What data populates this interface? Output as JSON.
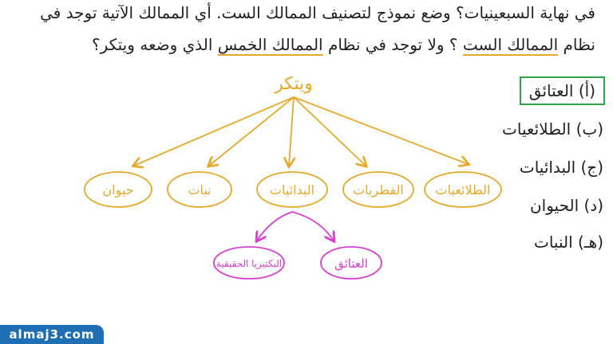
{
  "question": {
    "line1": "في نهاية السبعينيات؟ وضع نموذج لتصنيف الممالك الست. أي الممالك الآتية توجد في",
    "line2_a": "نظام",
    "line2_b": "الممالك الست",
    "line2_c": "؟ ولا توجد في نظام",
    "line2_d": "الممالك الخمس",
    "line2_e": "الذي وضعه ويتكر؟"
  },
  "tree": {
    "root": "ويتكر",
    "kingdoms": [
      "الطلائعيات",
      "الفطريات",
      "البدائيات",
      "نبات",
      "حيوان"
    ],
    "sub": [
      "العتائق",
      "البكتيريا الحقيقية"
    ],
    "colors": {
      "main": "#e6a92c",
      "sub": "#d63fd0"
    }
  },
  "options": [
    {
      "label": "(أ) العتائق",
      "selected": true
    },
    {
      "label": "(ب) الطلائعيات"
    },
    {
      "label": "(ج) البدائيات"
    },
    {
      "label": "(د) الحيوان"
    },
    {
      "label": "(هـ) النبات"
    }
  ],
  "logo": "almaj3.com"
}
